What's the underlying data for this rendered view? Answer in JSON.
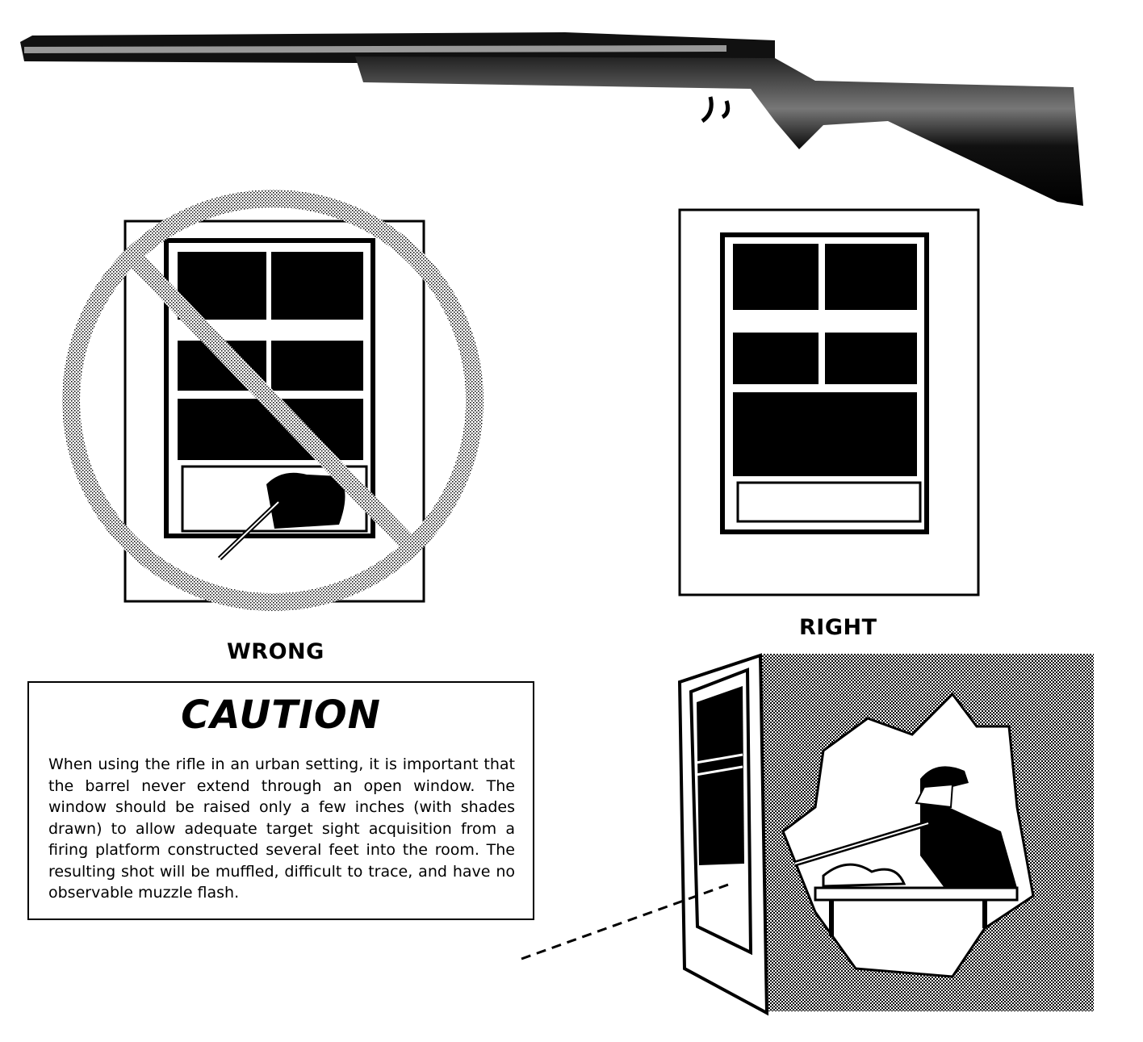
{
  "labels": {
    "wrong": "WRONG",
    "right": "RIGHT"
  },
  "caution": {
    "title": "CAUTION",
    "body": "When using the rifle in an urban setting, it is important that the barrel never extend through an open window. The window should be raised only a few inches (with shades drawn) to allow adequate target sight acquisition from a firing platform constructed several feet into the room. The resulting shot will be muffled, difficult to trace, and have no observable muzzle flash."
  }
}
